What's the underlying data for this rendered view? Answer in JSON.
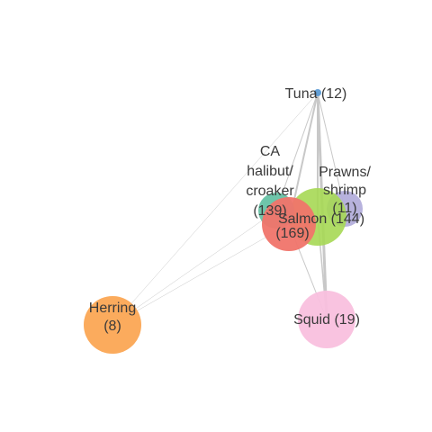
{
  "nodes": [
    {
      "id": "tuna",
      "label_lines": [
        "Tuna (12)"
      ],
      "color": "#5b9bd5"
    },
    {
      "id": "halibut",
      "label_lines": [
        "CA",
        "halibut/",
        "croaker",
        "(139)"
      ],
      "color": "#66c2a5"
    },
    {
      "id": "prawns",
      "label_lines": [
        "Prawns/",
        "shrimp",
        "(11)"
      ],
      "color": "#b3aedb"
    },
    {
      "id": "salmon",
      "label_lines": [
        "Salmon (144)"
      ],
      "color": "#a6d854"
    },
    {
      "id": "sardine",
      "label_lines": [
        "(169)"
      ],
      "color": "#f0746a"
    },
    {
      "id": "herring",
      "label_lines": [
        "Herring",
        "(8)"
      ],
      "color": "#fba654"
    },
    {
      "id": "squid",
      "label_lines": [
        "Squid (19)"
      ],
      "color": "#f9c0de"
    }
  ],
  "edges": [
    {
      "source": "tuna",
      "target": "squid",
      "weight": 3
    },
    {
      "source": "tuna",
      "target": "salmon",
      "weight": 2
    },
    {
      "source": "tuna",
      "target": "sardine",
      "weight": 2
    },
    {
      "source": "tuna",
      "target": "halibut",
      "weight": 1
    },
    {
      "source": "tuna",
      "target": "prawns",
      "weight": 1
    },
    {
      "source": "tuna",
      "target": "herring",
      "weight": 0.5
    },
    {
      "source": "salmon",
      "target": "squid",
      "weight": 1.5
    },
    {
      "source": "sardine",
      "target": "squid",
      "weight": 1
    },
    {
      "source": "herring",
      "target": "sardine",
      "weight": 0.5
    },
    {
      "source": "herring",
      "target": "halibut",
      "weight": 0.5
    }
  ]
}
